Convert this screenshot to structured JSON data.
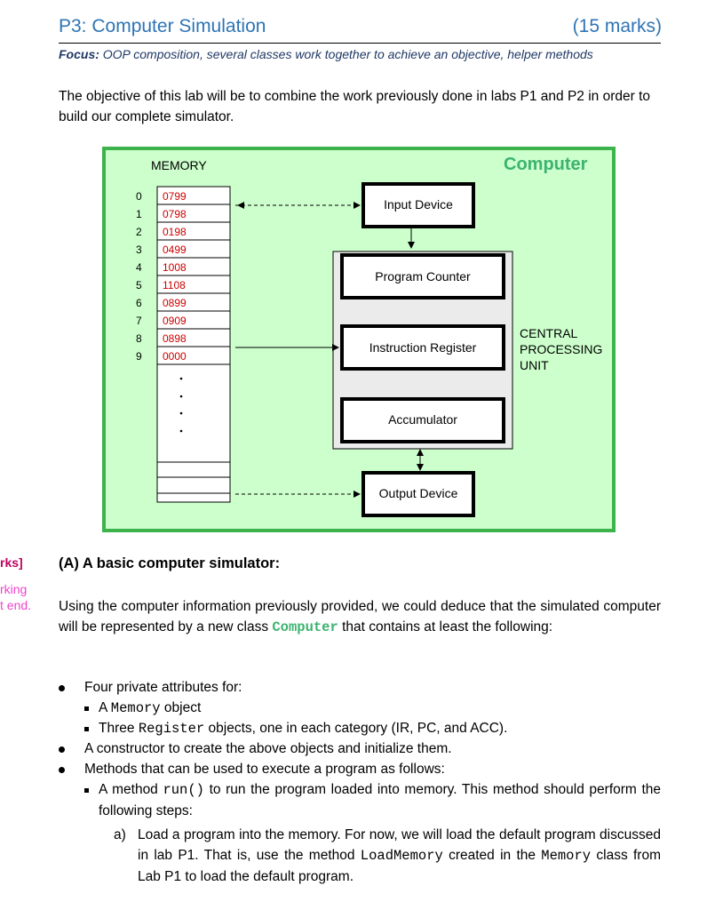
{
  "header": {
    "title": "P3: Computer Simulation",
    "marks": "(15 marks)",
    "focus_label": "Focus:",
    "focus_text": " OOP composition, several classes work together to achieve an objective, helper methods"
  },
  "intro": "The objective of this lab will be to combine the work previously done in labs P1 and P2 in order to build our complete simulator.",
  "diagram": {
    "memory_label": "MEMORY",
    "computer_label": "Computer",
    "addresses": [
      "0",
      "1",
      "2",
      "3",
      "4",
      "5",
      "6",
      "7",
      "8",
      "9"
    ],
    "cells": [
      "0799",
      "0798",
      "0198",
      "0499",
      "1008",
      "1108",
      "0899",
      "0909",
      "0898",
      "0000"
    ],
    "boxes": {
      "input": "Input Device",
      "pc": "Program Counter",
      "ir": "Instruction Register",
      "acc": "Accumulator",
      "output": "Output Device"
    },
    "cpu_line1": "CENTRAL",
    "cpu_line2": "PROCESSING",
    "cpu_line3": "UNIT",
    "colors": {
      "green_border": "#3cb44b",
      "green_fill": "#ccffcc",
      "title_green": "#3cb371",
      "cell_text": "#cc0000",
      "cpu_fill": "#ebebeb"
    }
  },
  "margin": {
    "line1": "rks]",
    "line2": "rking",
    "line3": "t end.",
    "color1": "#c00060",
    "color2": "#ee44cc"
  },
  "section": {
    "heading": "(A) A basic computer simulator:",
    "para_part1": "Using the computer information previously provided, we could deduce that the simulated computer will be represented by a new class ",
    "para_code": "Computer",
    "para_part2": " that contains at least the following:"
  },
  "bullets": {
    "b1": "Four private attributes for:",
    "b1a_pre": "A ",
    "b1a_code": "Memory",
    "b1a_post": " object",
    "b1b_pre": "Three ",
    "b1b_code": "Register",
    "b1b_post": " objects, one in each category (IR, PC, and ACC).",
    "b2": "A constructor to create the above objects and initialize them.",
    "b3": "Methods that can be used to execute a program as follows:",
    "b3a_pre": "A method ",
    "b3a_code": "run()",
    "b3a_post": " to run the program loaded into memory. This method should perform the following steps:",
    "step_a_label": "a)",
    "step_a_pre": "Load a program into the memory. For now, we will load the default program discussed in lab P1. That is, use the method ",
    "step_a_code1": "LoadMemory",
    "step_a_mid": "  created in the ",
    "step_a_code2": "Memory",
    "step_a_post": " class from Lab P1 to load the default program."
  }
}
